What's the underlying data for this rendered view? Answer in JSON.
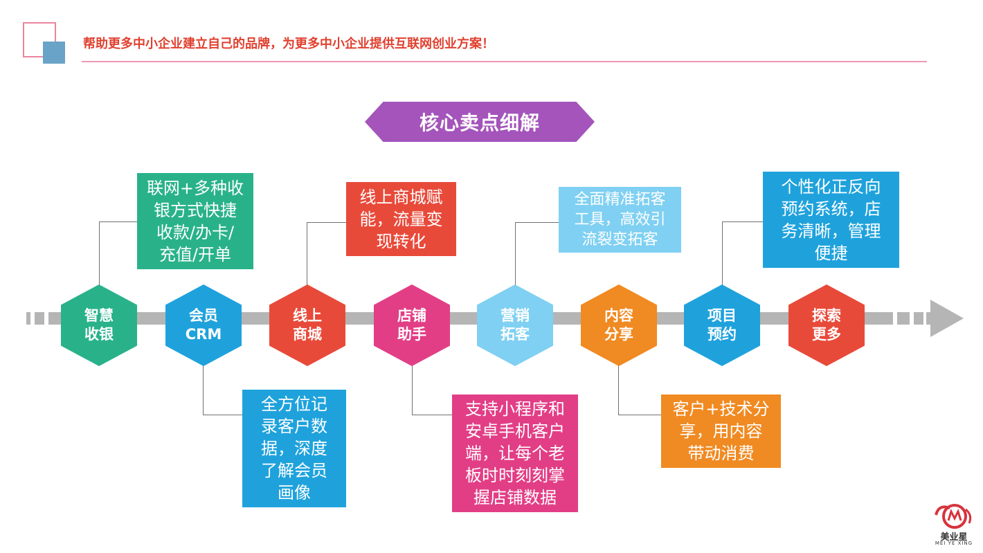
{
  "header": {
    "tagline": "帮助更多中小企业建立自己的品牌，为更多中小企业提供互联网创业方案！"
  },
  "title": "核心卖点细解",
  "timeline": {
    "nodes": [
      {
        "label": "智慧\n收银",
        "color": "#29b28a"
      },
      {
        "label": "会员\nCRM",
        "color": "#1fa2dc"
      },
      {
        "label": "线上\n商城",
        "color": "#e84a3a"
      },
      {
        "label": "店铺\n助手",
        "color": "#e23e86"
      },
      {
        "label": "营销\n拓客",
        "color": "#7fd0f2"
      },
      {
        "label": "内容\n分享",
        "color": "#f08a22"
      },
      {
        "label": "项目\n预约",
        "color": "#1fa2dc"
      },
      {
        "label": "探索\n更多",
        "color": "#e84a3a"
      }
    ],
    "callouts": [
      {
        "text": "联网+多种收\n银方式快捷\n收款/办卡/\n充值/开单",
        "color": "#29b28a"
      },
      {
        "text": "全方位记\n录客户数\n据，深度\n了解会员\n画像",
        "color": "#1fa2dc"
      },
      {
        "text": "线上商城赋\n能，流量变\n现转化",
        "color": "#e84a3a"
      },
      {
        "text": "支持小程序和\n安卓手机客户\n端，让每个老\n板时时刻刻掌\n握店铺数据",
        "color": "#e23e86"
      },
      {
        "text": "全面精准拓客\n工具，高效引\n流裂变拓客",
        "color": "#7fd0f2"
      },
      {
        "text": "客户+技术分\n享，用内容\n带动消费",
        "color": "#f08a22"
      },
      {
        "text": "个性化正反向\n预约系统，店\n务清晰，管理\n便捷",
        "color": "#1fa2dc"
      }
    ]
  },
  "logo": {
    "name": "美业星",
    "sub": "MEI YE XING",
    "icon": "meiyexing-logo-icon",
    "color": "#d8323b"
  },
  "colors": {
    "accent_red": "#e0402f",
    "title_purple": "#a454bb",
    "rule_pink": "#ee98b2",
    "arrow_gray": "#b5b5b5"
  }
}
